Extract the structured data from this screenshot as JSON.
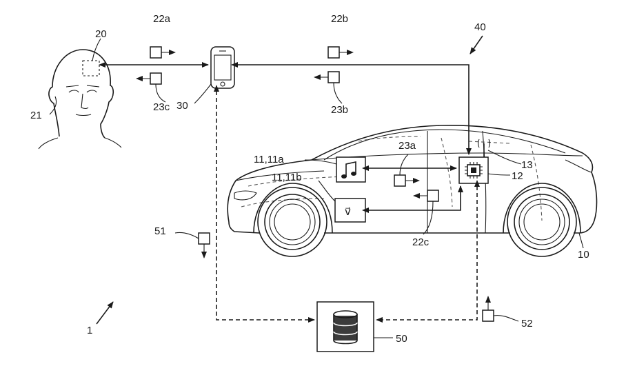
{
  "labels": {
    "system": "1",
    "vehicle": "10",
    "device_group": "11,11a",
    "device_b": "11,11b",
    "control_unit": "12",
    "antenna": "13",
    "head_sensor": "20",
    "person": "21",
    "sig_22a": "22a",
    "sig_22b": "22b",
    "sig_22c": "22c",
    "sig_23a": "23a",
    "sig_23b": "23b",
    "sig_23c": "23c",
    "phone": "30",
    "network": "40",
    "server": "50",
    "sig_51": "51",
    "sig_52": "52"
  },
  "display": {
    "speed_symbol": "v⃗"
  },
  "icons": {
    "person": "head-icon",
    "phone": "smartphone-icon",
    "music": "music-note-icon",
    "chip": "chip-icon",
    "antenna": "antenna-icon",
    "server": "database-icon",
    "network": "arrow-icon",
    "system": "arrow-icon"
  }
}
